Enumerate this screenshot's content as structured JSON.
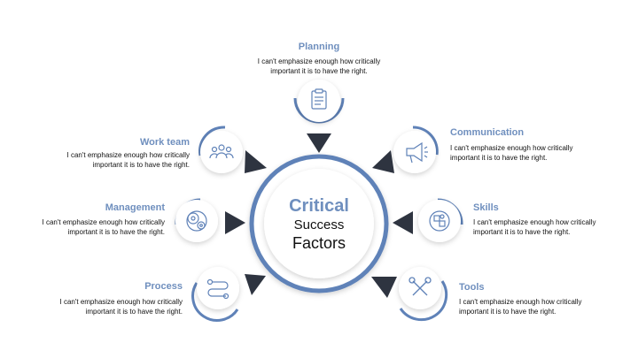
{
  "center": {
    "line1": "Critical",
    "line2": "Success",
    "line3": "Factors"
  },
  "items": [
    {
      "key": "planning",
      "title": "Planning",
      "icon": "clipboard-icon",
      "desc": [
        "I can't emphasize enough how critically",
        "important it is to have the right."
      ]
    },
    {
      "key": "communication",
      "title": "Communication",
      "icon": "megaphone-icon",
      "desc": [
        "I can't emphasize enough how critically",
        "important it is to have the right."
      ]
    },
    {
      "key": "skills",
      "title": "Skills",
      "icon": "puzzle-icon",
      "desc": [
        "I can't emphasize enough how critically",
        "important it is to have the right."
      ]
    },
    {
      "key": "tools",
      "title": "Tools",
      "icon": "tools-icon",
      "desc": [
        "I can't emphasize enough how critically",
        "important it is to have the right."
      ]
    },
    {
      "key": "process",
      "title": "Process",
      "icon": "process-icon",
      "desc": [
        "I can't emphasize enough how critically",
        "important it is to have the right."
      ]
    },
    {
      "key": "management",
      "title": "Management",
      "icon": "gears-icon",
      "desc": [
        "I can't emphasize enough how critically",
        "important it is to have the right."
      ]
    },
    {
      "key": "work-team",
      "title": "Work team",
      "icon": "team-icon",
      "desc": [
        "I can't emphasize enough how critically",
        "important it is to have the right."
      ]
    }
  ],
  "colors": {
    "accent": "#6f8fbe",
    "ring": "#5f82b8",
    "arrow": "#2e3440",
    "text": "#111111",
    "icon_stroke": "#5f82b8"
  }
}
